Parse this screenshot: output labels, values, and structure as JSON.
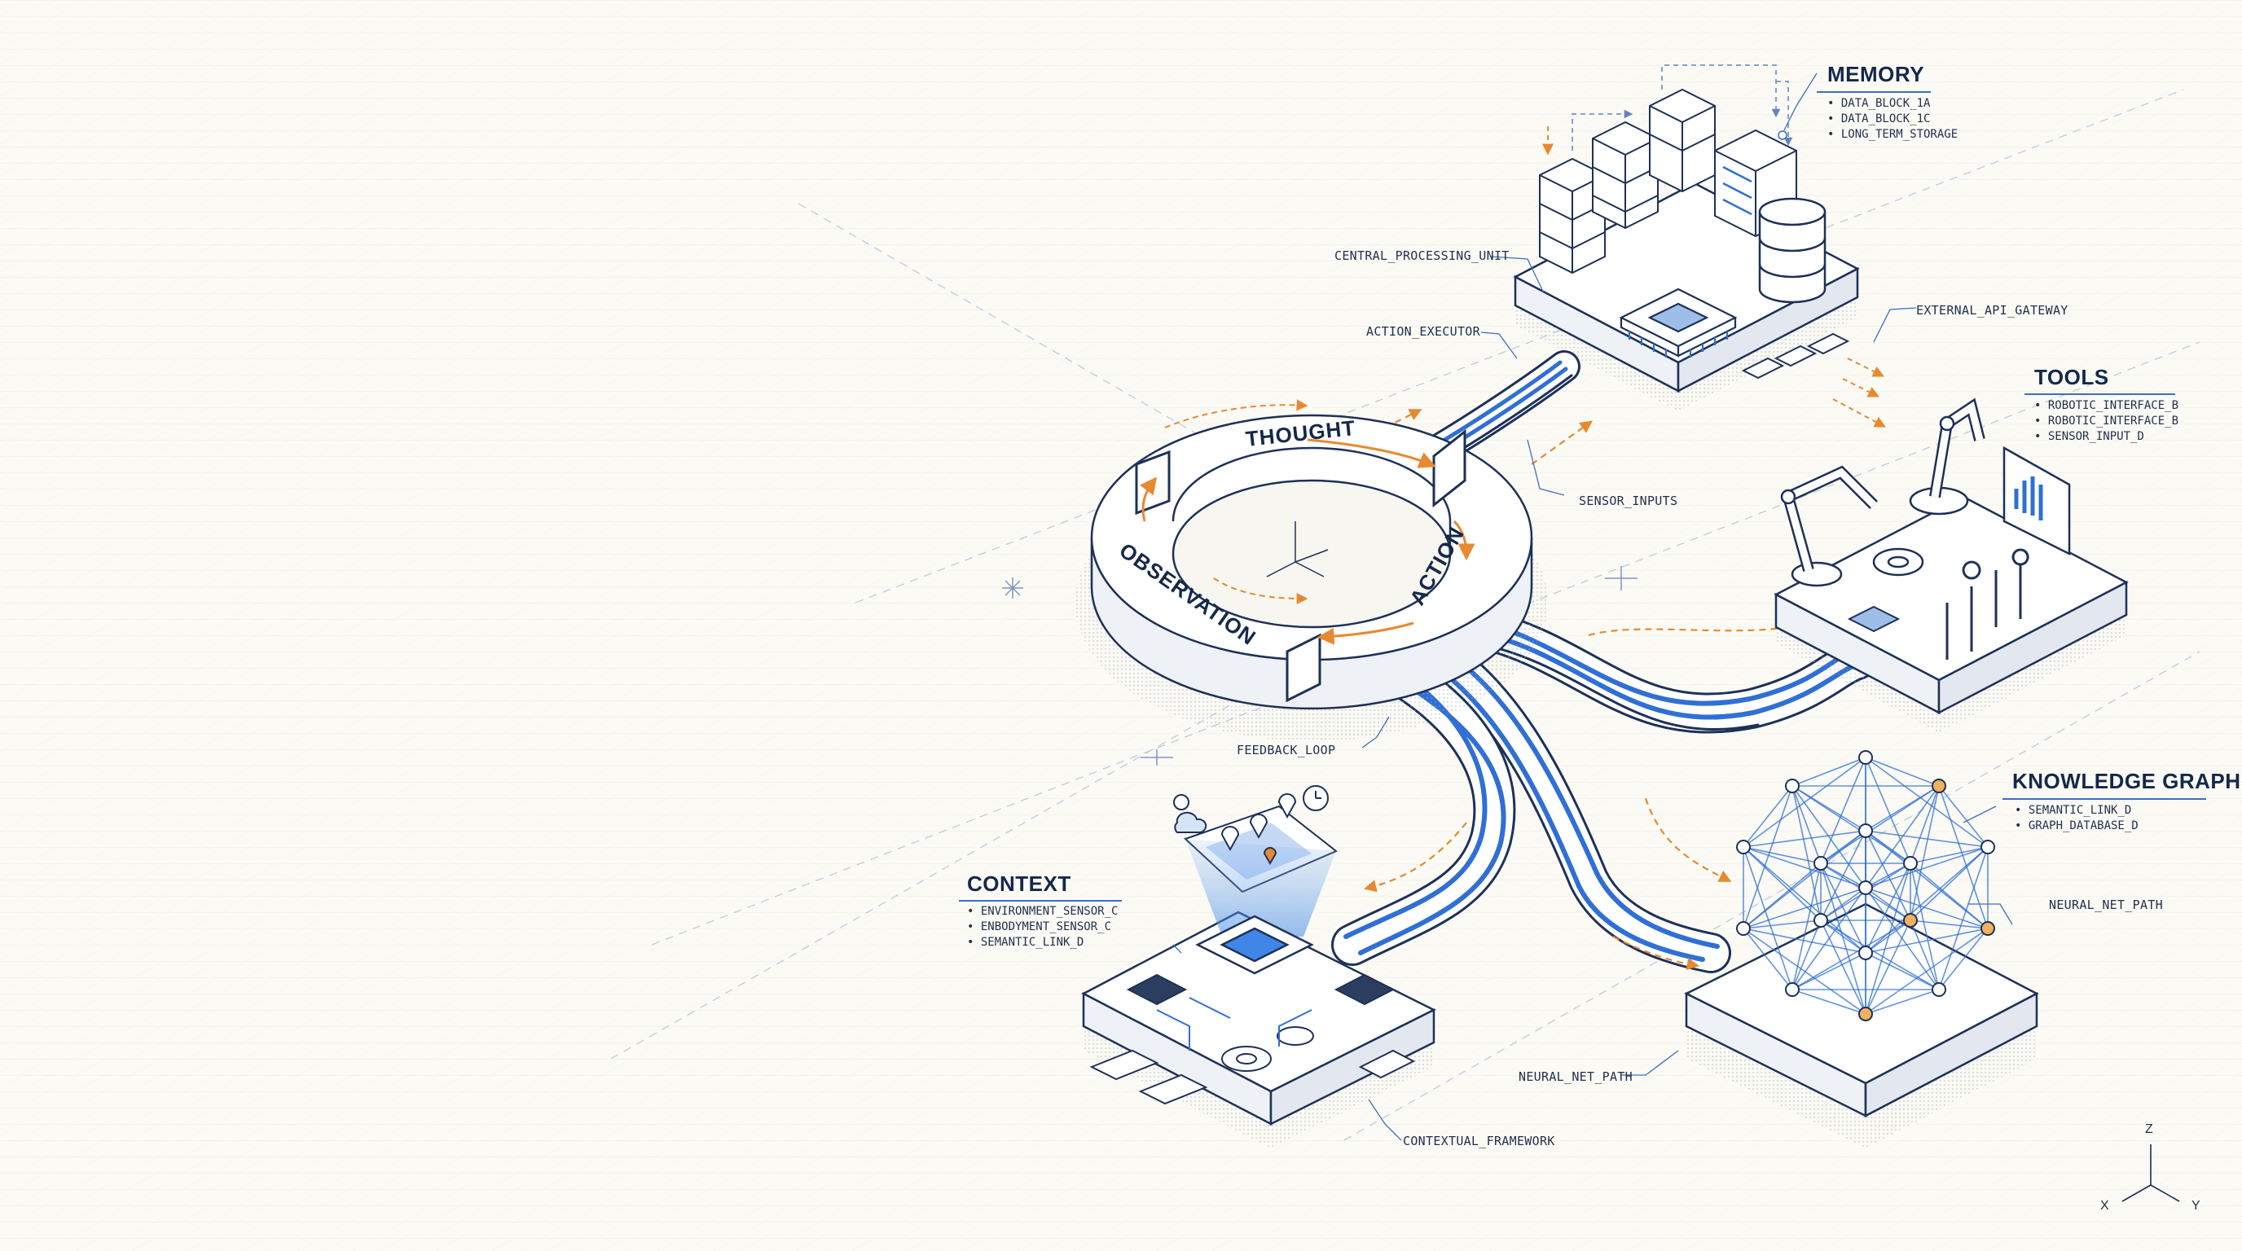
{
  "colors": {
    "ink": "#14284b",
    "blue": "#2f6fd6",
    "orange": "#e8892f",
    "bg": "#fbfaf4",
    "grid": "#dfe3ea"
  },
  "loop": {
    "thought": "THOUGHT",
    "action": "ACTION",
    "observation": "OBSERVATION"
  },
  "labels": {
    "cpu": "CENTRAL_PROCESSING_UNIT",
    "executor": "ACTION_EXECUTOR",
    "api": "EXTERNAL_API_GATEWAY",
    "sensor": "SENSOR_INPUTS",
    "feedback": "FEEDBACK_LOOP",
    "neural_right": "NEURAL_NET_PATH",
    "neural_bottom": "NEURAL_NET_PATH",
    "contextual": "CONTEXTUAL_FRAMEWORK"
  },
  "panels": {
    "memory": {
      "title": "MEMORY",
      "items": [
        "DATA_BLOCK_1A",
        "DATA_BLOCK_1C",
        "LONG_TERM_STORAGE"
      ]
    },
    "tools": {
      "title": "TOOLS",
      "items": [
        "ROBOTIC_INTERFACE_B",
        "ROBOTIC_INTERFACE_B",
        "SENSOR_INPUT_D"
      ]
    },
    "knowledge": {
      "title": "KNOWLEDGE GRAPH",
      "items": [
        "SEMANTIC_LINK_D",
        "GRAPH_DATABASE_D"
      ]
    },
    "context": {
      "title": "CONTEXT",
      "items": [
        "ENVIRONMENT_SENSOR_C",
        "ENBODYMENT_SENSOR_C",
        "SEMANTIC_LINK_D"
      ]
    }
  },
  "axes": {
    "z": "Z",
    "x": "X",
    "y": "Y"
  }
}
